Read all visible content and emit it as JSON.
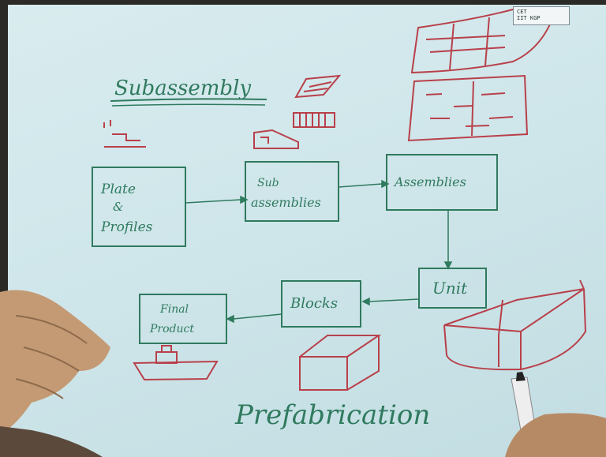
{
  "logo": {
    "line1": "CET",
    "line2": "IIT KGP"
  },
  "heading": "Subassembly",
  "boxes": {
    "plates": [
      "Plate",
      "&",
      "Profiles"
    ],
    "subassembly": [
      "Sub",
      "assemblies"
    ],
    "assembly": "Assemblies",
    "unit": "Unit",
    "blocks": "Blocks",
    "final": [
      "Final",
      "Product"
    ]
  },
  "footer": "Prefabrication",
  "colors": {
    "ink_green": "#2f7a5e",
    "ink_red": "#b8404a",
    "paper": "#d3e8ec"
  }
}
